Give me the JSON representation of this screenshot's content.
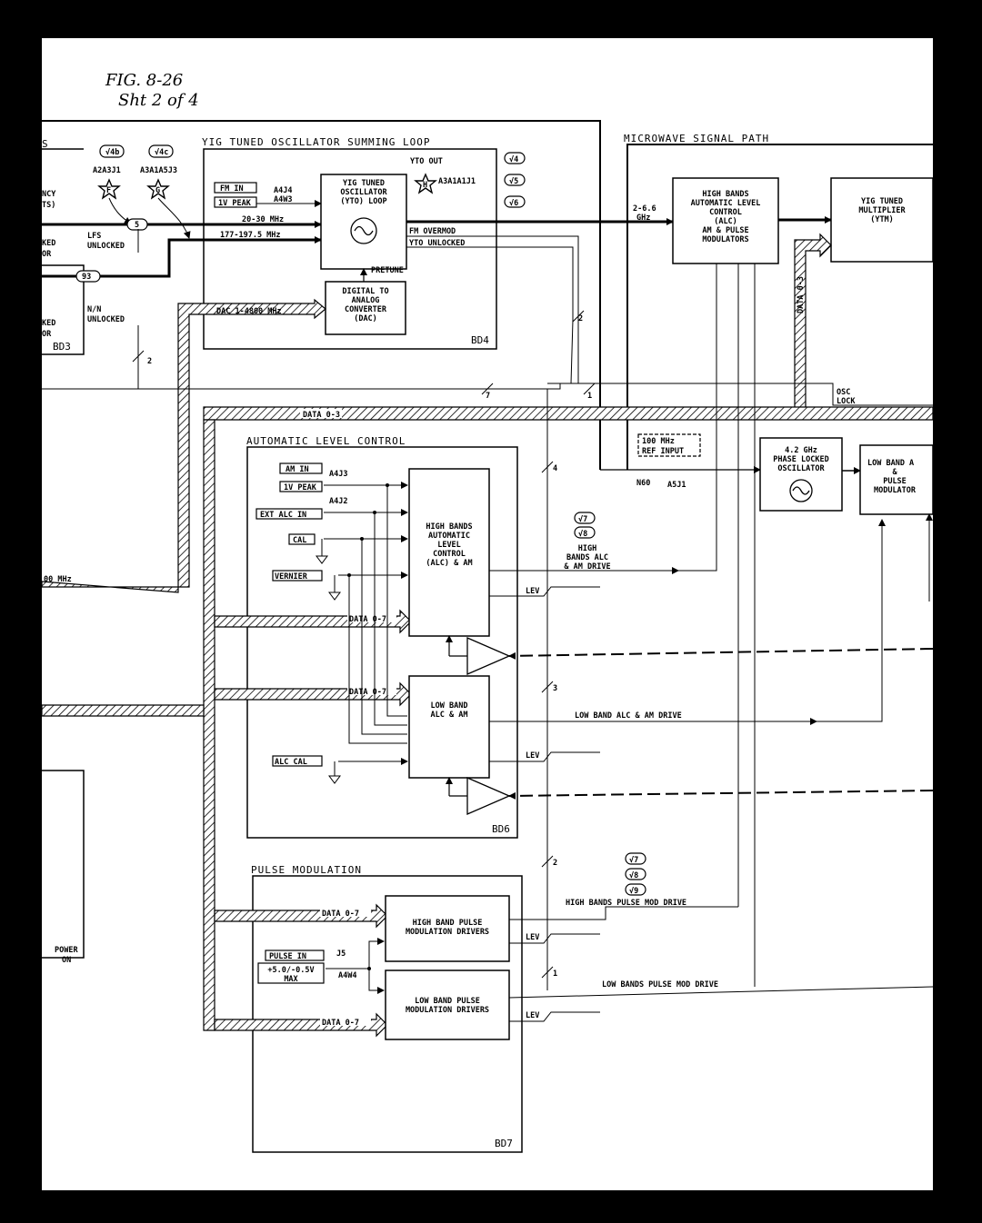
{
  "header": {
    "fig_ref": "FIG. 8-26",
    "sheet_ref": "Sht 2 of 4"
  },
  "sections": {
    "yto_loop": "YIG TUNED OSCILLATOR SUMMING LOOP",
    "microwave": "MICROWAVE SIGNAL PATH",
    "alc": "AUTOMATIC LEVEL CONTROL",
    "pulse": "PULSE MODULATION",
    "left_cut": "S"
  },
  "board_ids": {
    "bd3": "BD3",
    "bd4": "BD4",
    "bd6": "BD6",
    "bd7": "BD7"
  },
  "checkpoints": {
    "c4b": "√4b",
    "c4c": "√4c",
    "c4": "√4",
    "c5": "√5",
    "c6": "√6",
    "c7": "√7",
    "c8": "√8",
    "c9": "√9"
  },
  "test_points": {
    "f": "F",
    "g": "G",
    "h": "H"
  },
  "connectors": {
    "a2a3j1": "A2A3J1",
    "a3a1a5j3": "A3A1A5J3",
    "a3a1a1j1": "A3A1A1J1",
    "a4j4": "A4J4",
    "a4w3": "A4W3",
    "a4j3": "A4J3",
    "a4j2": "A4J2",
    "a5j1": "A5J1",
    "j5": "J5",
    "a4w4": "A4W4"
  },
  "cables": {
    "c5": "5",
    "c93": "93"
  },
  "blocks": {
    "yto": [
      "YIG TUNED",
      "OSCILLATOR",
      "(YTO) LOOP"
    ],
    "dac": [
      "DIGITAL TO",
      "ANALOG",
      "CONVERTER",
      "(DAC)"
    ],
    "hb_alc_mod": [
      "HIGH BANDS",
      "AUTOMATIC LEVEL",
      "CONTROL",
      "(ALC)",
      "AM & PULSE",
      "MODULATORS"
    ],
    "ytm": [
      "YIG TUNED",
      "MULTIPLIER",
      "(YTM)"
    ],
    "plo": [
      "4.2 GHz",
      "PHASE LOCKED",
      "OSCILLATOR"
    ],
    "lb_mod": [
      "LOW BAND A",
      "&",
      "PULSE",
      "MODULATOR"
    ],
    "hb_alc": [
      "HIGH BANDS",
      "AUTOMATIC",
      "LEVEL",
      "CONTROL",
      "(ALC) & AM"
    ],
    "lb_alc": [
      "LOW BAND",
      "ALC & AM"
    ],
    "hb_pulse": [
      "HIGH BAND PULSE",
      "MODULATION DRIVERS"
    ],
    "lb_pulse": [
      "LOW BAND PULSE",
      "MODULATION DRIVERS"
    ]
  },
  "inputs": {
    "fm_in": "FM IN",
    "fm_peak": "1V PEAK",
    "am_in": "AM IN",
    "am_peak": "1V PEAK",
    "ext_alc": "EXT ALC IN",
    "cal": "CAL",
    "vernier": "VERNIER",
    "alc_cal": "ALC CAL",
    "pulse_in": "PULSE IN",
    "pulse_level_1": "+5.0/-0.5V",
    "pulse_level_2": "MAX",
    "ref_in_1": "100 MHz",
    "ref_in_2": "REF INPUT"
  },
  "signals": {
    "yto_out": "YTO OUT",
    "sig_20_30": "20-30 MHz",
    "sig_177": "177-197.5 MHz",
    "fm_overmod": "FM OVERMOD",
    "yto_unlocked": "YTO UNLOCKED",
    "pretune": "PRETUNE",
    "dac_range": "DAC 1-4800 MHz",
    "lfs_1": "LFS",
    "lfs_2": "UNLOCKED",
    "nn_1": "N/N",
    "nn_2": "UNLOCKED",
    "band_1": "2-6.6",
    "band_2": "GHz",
    "data03_bus": "DATA 0-3",
    "data03_vert": "DATA 0-3",
    "data07": "DATA 0-7",
    "osc_1": "OSC",
    "osc_2": "LOCK",
    "n60": "N60",
    "hb_alc_drive": [
      "HIGH",
      "BANDS ALC",
      "& AM DRIVE"
    ],
    "lb_alc_drive": "LOW BAND ALC & AM DRIVE",
    "hb_pulse_drive": "HIGH BANDS PULSE MOD DRIVE",
    "lb_pulse_drive": "LOW BANDS PULSE MOD DRIVE",
    "lev": "LEV",
    "mhz_cut": "00 MHz",
    "power_1": "POWER",
    "power_2": "ON",
    "cut_1": "NCY",
    "cut_2": "TS)",
    "cut_3": "KED",
    "cut_4": "OR",
    "cut_5": "KED",
    "cut_6": "OR"
  },
  "bus_counts": {
    "n2a": "2",
    "n2b": "2",
    "n7": "7",
    "n1a": "1",
    "n4": "4",
    "n3": "3",
    "n2c": "2",
    "n1b": "1"
  }
}
